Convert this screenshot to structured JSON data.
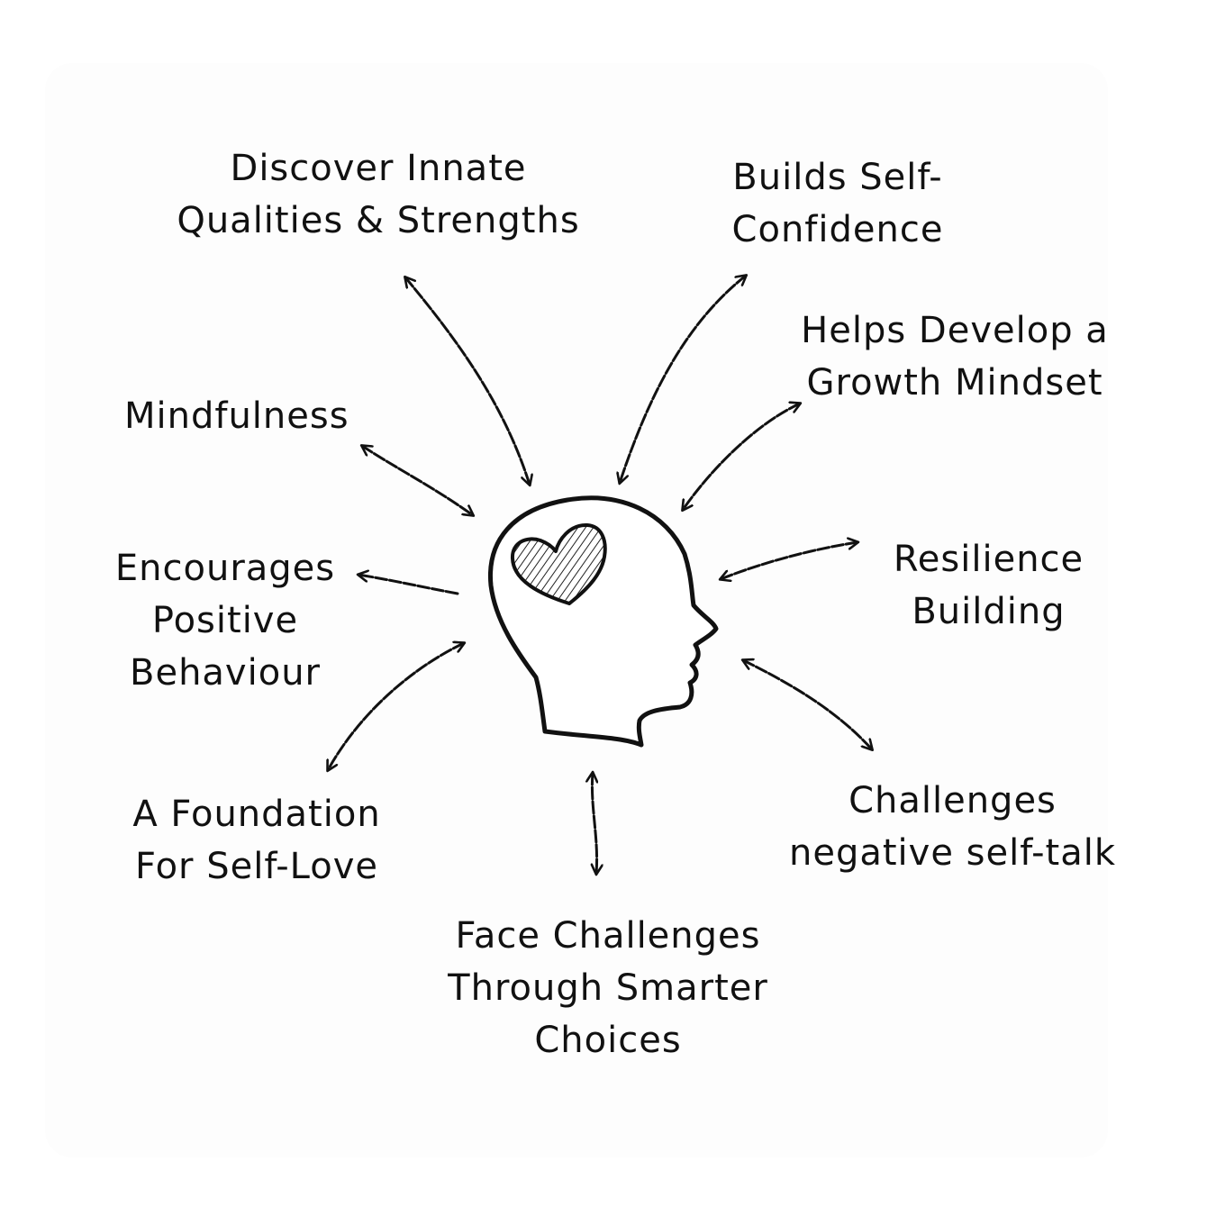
{
  "concepts": {
    "discover": [
      "Discover Innate",
      "Qualities & Strengths"
    ],
    "confidence": [
      "Builds Self-",
      "Confidence"
    ],
    "growth": [
      "Helps Develop a",
      "Growth Mindset"
    ],
    "mindfulness": [
      "Mindfulness"
    ],
    "resilience": [
      "Resilience",
      "Building"
    ],
    "positive": [
      "Encourages",
      "Positive",
      "Behaviour"
    ],
    "foundation": [
      "A Foundation",
      "For Self-Love"
    ],
    "negative": [
      "Challenges",
      "negative self-talk"
    ],
    "choices": [
      "Face Challenges",
      "Through Smarter",
      "Choices"
    ]
  },
  "colors": {
    "ink": "#111111",
    "background": "#ffffff",
    "panel": "#fdfdfd"
  },
  "icons": {
    "center": "head-with-heart-icon",
    "connector": "double-headed-arrow-icon"
  }
}
